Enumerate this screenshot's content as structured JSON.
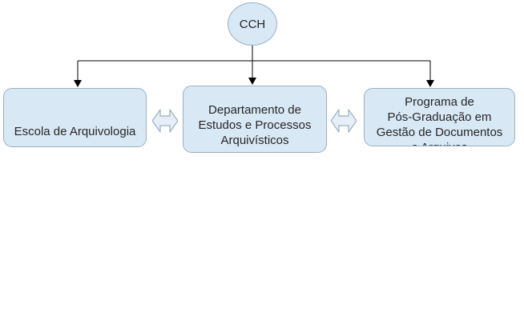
{
  "diagram": {
    "root": {
      "label": "CCH"
    },
    "nodes": [
      {
        "lines": [
          "Escola de Arquivologia"
        ]
      },
      {
        "lines": [
          "Departamento de",
          "Estudos e Processos",
          "Arquivísticos"
        ]
      },
      {
        "lines": [
          "Programa de",
          "Pós-Graduação em",
          "Gestão de Documentos",
          "e Arquivos"
        ]
      }
    ],
    "connectors": {
      "style": "elbow-tree-with-arrowheads",
      "between_boxes": "double-headed-arrows"
    },
    "colors": {
      "node_fill": "#d9e8f5",
      "node_border": "#9ab0c0",
      "arrow_fill": "#e6eff8",
      "connector": "#000000",
      "text": "#262626"
    }
  }
}
